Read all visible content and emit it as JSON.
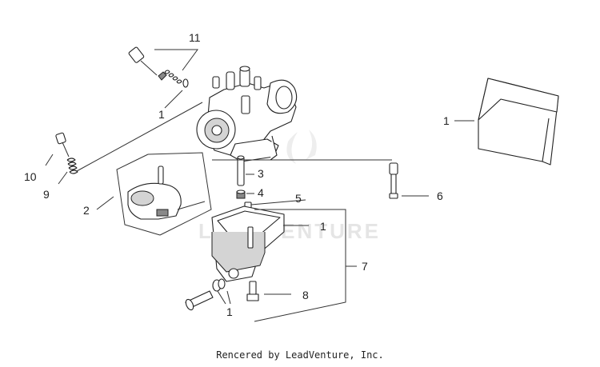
{
  "callouts": {
    "c11": "11",
    "c1_top": "1",
    "c10": "10",
    "c9": "9",
    "c2": "2",
    "c3": "3",
    "c4": "4",
    "c5": "5",
    "c1_gasket": "1",
    "c6": "6",
    "c7": "7",
    "c8": "8",
    "c1_bottom": "1",
    "c1_bag": "1"
  },
  "watermark": "LEADVENTURE",
  "footer": "Rencered by LeadVenture, Inc."
}
